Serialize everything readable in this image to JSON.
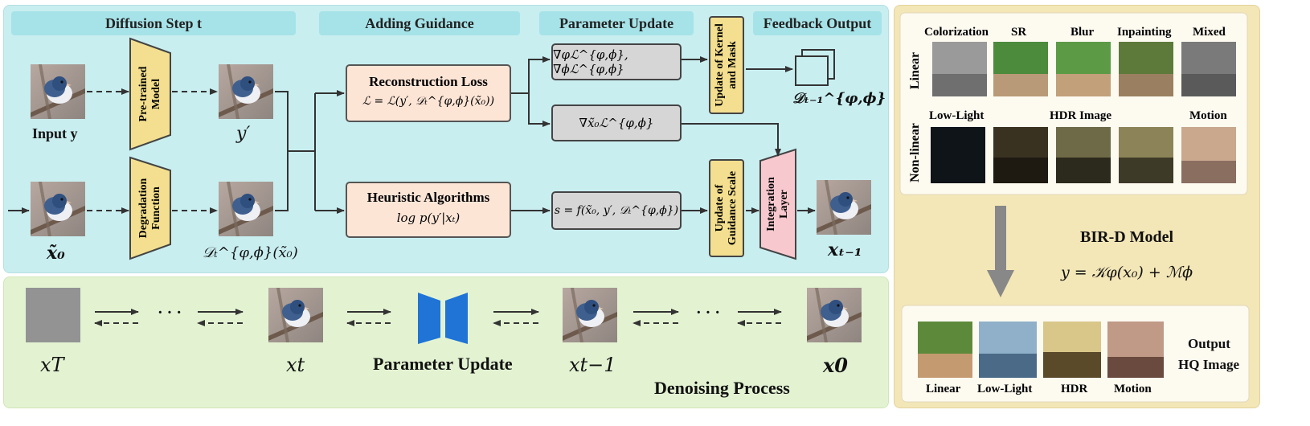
{
  "headers": {
    "diffusion_step": "Diffusion Step t",
    "adding_guidance": "Adding Guidance",
    "parameter_update": "Parameter Update",
    "feedback_output": "Feedback Output"
  },
  "labels": {
    "input_y": "Input y",
    "y_prime": "y′",
    "x_tilde_0": "x̃₀",
    "d_of_x": "𝒟ₜ^{φ,ϕ}(x̃₀)",
    "d_output": "𝒟ₜ₋₁^{φ,ϕ}",
    "x_t_minus_1_top": "xₜ₋₁"
  },
  "blocks": {
    "pretrained": "Pre-trained Model",
    "degradation": "Degradation Function",
    "kernel_mask": "Update of Kernel and Mask",
    "guidance_scale": "Update of Guidance Scale",
    "integration": "Integration Layer"
  },
  "boxes": {
    "recon_title": "Reconstruction Loss",
    "recon_formula": "ℒ = ℒ(y′, 𝒟ₜ^{φ,ϕ}(x̃₀))",
    "heur_title": "Heuristic Algorithms",
    "heur_formula": "log p(y′|xₜ)",
    "grad_params": "∇φℒ^{φ,ϕ}, ∇ϕℒ^{φ,ϕ}",
    "grad_x": "∇x̃₀ℒ^{φ,ϕ}",
    "scale": "s = f(x̃₀, y′, 𝒟ₜ^{φ,ϕ})"
  },
  "denoise": {
    "x_T": "xT",
    "x_t": "xt",
    "x_t1": "xt−1",
    "x_0": "x0",
    "dots": "· · ·",
    "param_update": "Parameter Update",
    "title": "Denoising Process"
  },
  "right": {
    "row_linear": "Linear",
    "row_nonlinear": "Non-linear",
    "linear_caps": [
      "Colorization",
      "SR",
      "Blur",
      "Inpainting",
      "Mixed"
    ],
    "nonlinear_caps": [
      "Low-Light",
      "HDR Image",
      "Motion"
    ],
    "model_title": "BIR-D Model",
    "model_formula": "y = 𝒦φ(x₀) + ℳϕ",
    "output_caps": [
      "Linear",
      "Low-Light",
      "HDR",
      "Motion"
    ],
    "output_label_1": "Output",
    "output_label_2": "HQ Image"
  },
  "colors": {
    "top_panel": "#c9eef0",
    "bottom_panel": "#e3f3d2",
    "right_panel": "#f3e6b7",
    "header": "#a6e3e8",
    "pink_box": "#fde5d6",
    "grey_box": "#d6d6d6",
    "yellow_block": "#f3df8f",
    "integration": "#f7c9cf",
    "unet": "#1f74d6"
  }
}
